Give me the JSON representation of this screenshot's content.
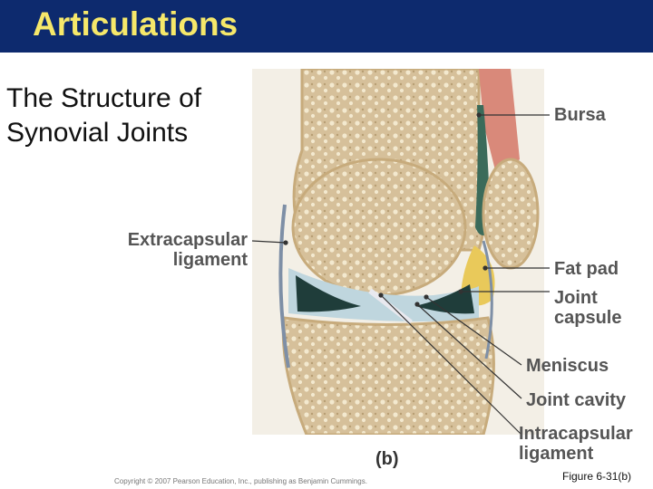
{
  "header": {
    "title": "Articulations"
  },
  "subtitle": "The Structure of Synovial Joints",
  "labels": {
    "bursa": "Bursa",
    "extracapsular_1": "Extracapsular",
    "extracapsular_2": "ligament",
    "fat_pad": "Fat pad",
    "joint_capsule_1": "Joint",
    "joint_capsule_2": "capsule",
    "meniscus": "Meniscus",
    "joint_cavity": "Joint cavity",
    "intracapsular_1": "Intracapsular",
    "intracapsular_2": "ligament"
  },
  "panel_letter": "(b)",
  "copyright": "Copyright © 2007 Pearson Education, Inc., publishing as Benjamin Cummings.",
  "figure_ref": "Figure 6-31(b)",
  "colors": {
    "title_bar": "#0d2a6e",
    "title_text": "#f6e86a",
    "bone": "#d9c39a",
    "cavity": "#bfd6de"
  }
}
